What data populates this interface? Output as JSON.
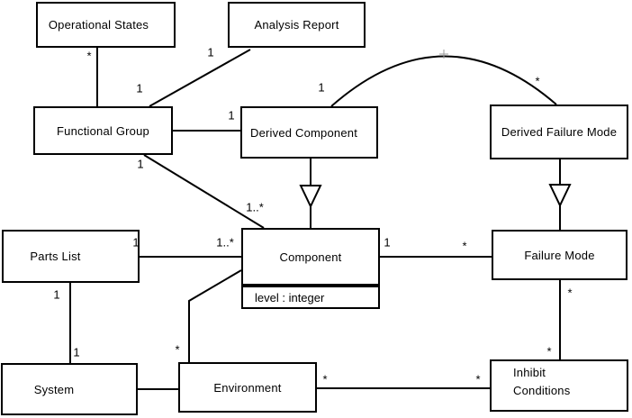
{
  "colors": {
    "background": "#ffffff",
    "line": "#000000",
    "text": "#000000"
  },
  "diagram": {
    "classes": {
      "operational_states": {
        "name": "Operational States"
      },
      "analysis_report": {
        "name": "Analysis Report"
      },
      "functional_group": {
        "name": "Functional Group"
      },
      "derived_component": {
        "name": "Derived Component"
      },
      "derived_failure_mode": {
        "name": "Derived Failure Mode"
      },
      "parts_list": {
        "name": "Parts List"
      },
      "component": {
        "name": "Component",
        "attributes": [
          "level : integer"
        ]
      },
      "failure_mode": {
        "name": "Failure Mode"
      },
      "system": {
        "name": "System"
      },
      "environment": {
        "name": "Environment"
      },
      "inhibit_conditions": {
        "name": "Inhibit Conditions"
      }
    },
    "multiplicities": {
      "os_end_many": "*",
      "fg_end_from_os": "1",
      "ar_end": "1",
      "dc_end_from_fg": "1",
      "dc_end_arc": "1",
      "dfm_end_arc": "*",
      "fg_end_to_component": "1",
      "component_end_from_fg": "1..*",
      "pl_end_to_component": "1",
      "component_end_from_pl": "1..*",
      "pl_end_to_system": "1",
      "system_end_from_pl": "1",
      "env_end_from_component": "*",
      "component_end_to_fm": "1",
      "fm_end_from_component": "*",
      "fm_end_to_ic": "*",
      "ic_end_from_fm": "*",
      "env_end_to_ic": "*",
      "ic_end_from_env": "*"
    }
  }
}
